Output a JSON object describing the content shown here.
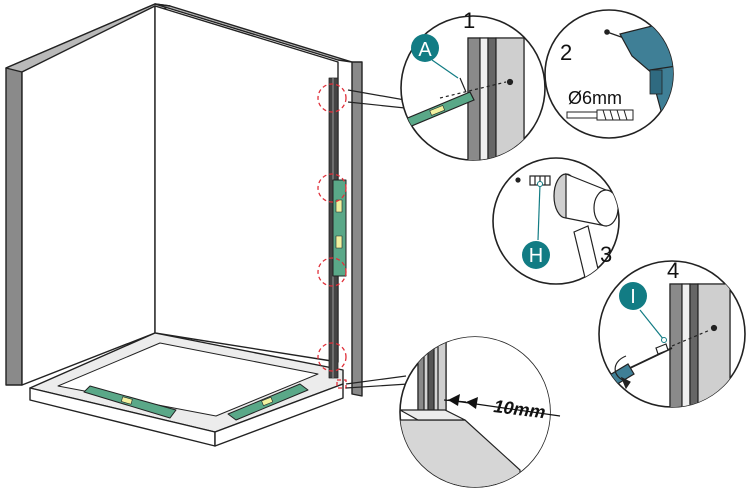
{
  "steps": {
    "step1": "1",
    "step2": "2",
    "step3": "3",
    "step4": "4"
  },
  "parts": {
    "part_a": "A",
    "part_h": "H",
    "part_i": "I"
  },
  "labels": {
    "drill_size": "Ø6mm",
    "gap_distance": "10mm"
  },
  "colors": {
    "badge": "#127c84",
    "level_green": "#5aa888",
    "drill_blue": "#3f7f96",
    "marker_red": "#e0303a"
  },
  "icons": {
    "drill": "drill-icon",
    "hammer": "hammer-icon",
    "screwdriver": "screwdriver-icon",
    "spirit_level": "spirit-level-icon",
    "wall_plug": "wall-plug-icon"
  }
}
